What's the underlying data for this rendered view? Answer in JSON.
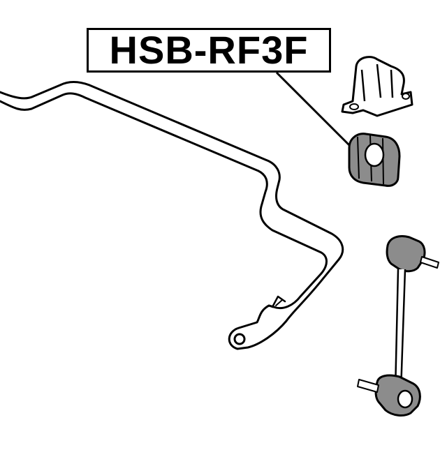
{
  "diagram": {
    "part_number": "HSB-RF3F",
    "components": {
      "stabilizer_bar": "stabilizer-bar",
      "bushing_bracket": "bushing-bracket",
      "bushing": "stabilizer-bushing",
      "stabilizer_link": "stabilizer-link"
    },
    "colors": {
      "line": "#000000",
      "background": "#ffffff",
      "shade": "#8c8c8c"
    }
  }
}
